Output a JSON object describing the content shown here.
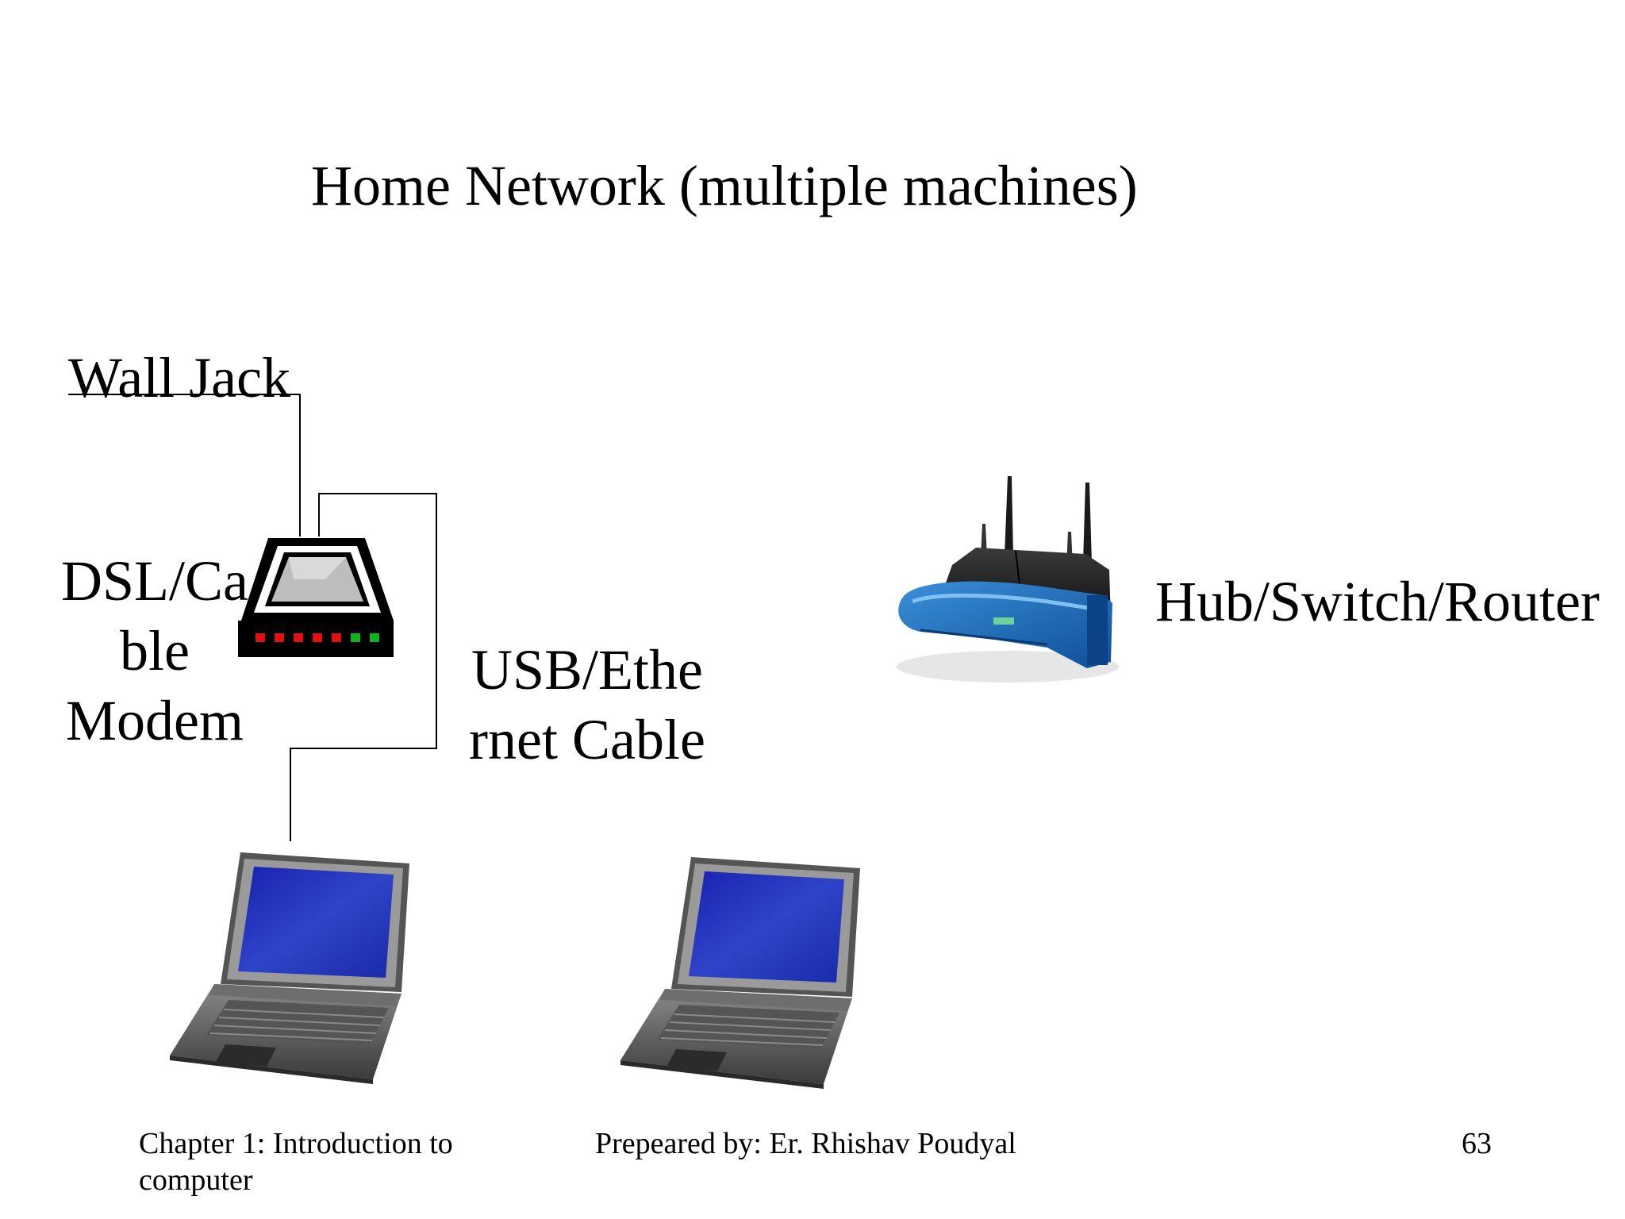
{
  "slide": {
    "title": "Home Network (multiple machines)",
    "labels": {
      "wall_jack": "Wall Jack",
      "modem": "DSL/Ca ble Modem",
      "cable": "USB/Ethe rnet Cable",
      "router": "Hub/Switch/Router"
    },
    "footer": {
      "chapter": "Chapter 1: Introduction to computer",
      "author": "Prepeared by: Er. Rhishav Poudyal",
      "page_number": "63"
    }
  },
  "icons": {
    "modem": "modem-icon",
    "router": "wireless-router-icon",
    "laptop": "laptop-icon"
  },
  "colors": {
    "router_blue": "#1f6fc0",
    "screen_blue": "#2a3fc0",
    "led_red": "#e01010",
    "led_green": "#10b020"
  }
}
